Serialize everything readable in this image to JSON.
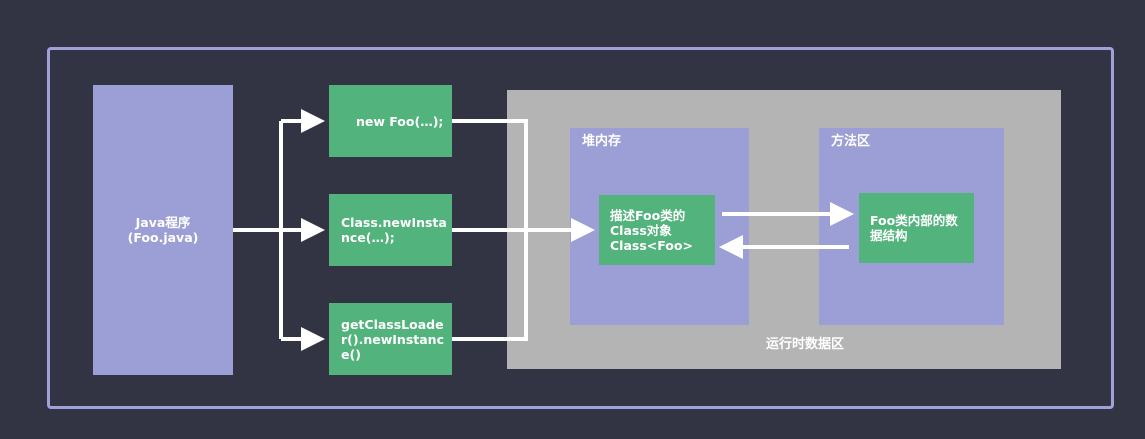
{
  "java_program": {
    "label": "Java程序\n(Foo.java)"
  },
  "creation_methods": [
    {
      "label": "new Foo(…);"
    },
    {
      "label": "Class.newInsta\nnce(…);"
    },
    {
      "label": "getClassLoade\nr().newInstanc\ne()"
    }
  ],
  "runtime_area": {
    "label": "运行时数据区",
    "heap": {
      "title": "堆内存",
      "class_object": "描述Foo类的\nClass对象\nClass<Foo>"
    },
    "method_area": {
      "title": "方法区",
      "foo_internal": "Foo类内部的数\n据结构"
    }
  },
  "colors": {
    "background": "#333443",
    "frame_border": "#9fa1d8",
    "purple_box": "#9c9fd5",
    "green_box": "#53b37d",
    "runtime_gray": "#b4b4b4",
    "arrow": "#ffffff"
  }
}
